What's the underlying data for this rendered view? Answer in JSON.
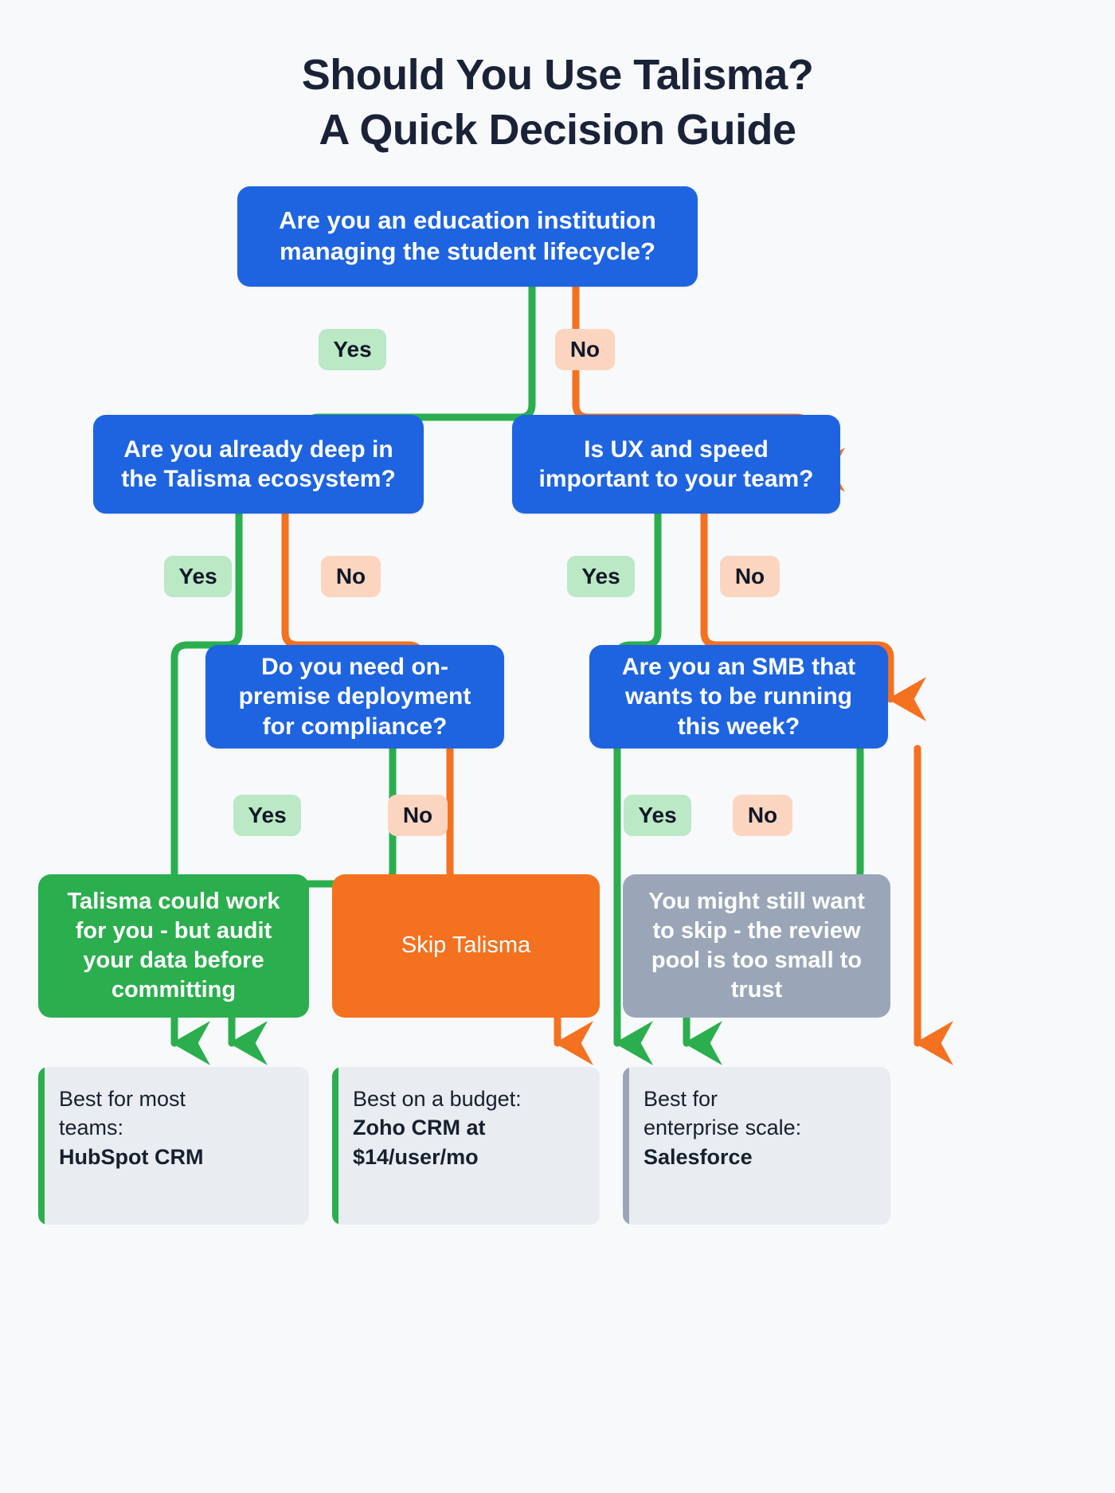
{
  "title": "Should You Use Talisma?\nA Quick Decision Guide",
  "colors": {
    "background": "#F7F9FB",
    "title_text": "#1A2238",
    "decision_box": "#1E64E0",
    "yes_pill": "#BBE8C5",
    "no_pill": "#FCD5C0",
    "pill_text": "#101828",
    "yes_edge": "#2BAE4E",
    "no_edge": "#F4711F",
    "outcome_green": "#2BAE4E",
    "outcome_orange": "#F4711F",
    "outcome_slate": "#9AA6B8",
    "legend_card": "#E9ECF1"
  },
  "chart_data": {
    "type": "diagram",
    "title": "Should You Use Talisma? A Quick Decision Guide",
    "nodes": [
      {
        "id": "q1",
        "kind": "decision",
        "text": "Are you an education institution managing the student lifecycle?"
      },
      {
        "id": "q2",
        "kind": "decision",
        "text": "Are you already deep in the Talisma ecosystem?"
      },
      {
        "id": "q3",
        "kind": "decision",
        "text": "Is UX and speed important to your team?"
      },
      {
        "id": "q4",
        "kind": "decision",
        "text": "Do you need on-premise deployment for compliance?"
      },
      {
        "id": "q5",
        "kind": "decision",
        "text": "Are you an SMB that wants to be running this week?"
      },
      {
        "id": "o1",
        "kind": "outcome",
        "text": "Talisma could work for you - but audit your data before committing"
      },
      {
        "id": "o2",
        "kind": "outcome",
        "text": "Skip Talisma"
      },
      {
        "id": "o3",
        "kind": "outcome",
        "text": "You might still want to skip - the review pool is too small to trust"
      }
    ],
    "edges": [
      {
        "from": "q1",
        "to": "q2",
        "label": "Yes"
      },
      {
        "from": "q1",
        "to": "q3",
        "label": "No"
      },
      {
        "from": "q2",
        "to": "o1",
        "label": "Yes"
      },
      {
        "from": "q2",
        "to": "q4",
        "label": "No"
      },
      {
        "from": "q3",
        "to": "o1",
        "label": "Yes"
      },
      {
        "from": "q3",
        "to": "q5",
        "label": "No"
      },
      {
        "from": "q4",
        "to": "o1",
        "label": "Yes"
      },
      {
        "from": "q4",
        "to": "o2",
        "label": "No"
      },
      {
        "from": "q5",
        "to": "o2",
        "label": "Yes"
      },
      {
        "from": "q5",
        "to": "o3",
        "label": "No"
      }
    ]
  },
  "nodes": {
    "q1": "Are you an education institution\nmanaging the student lifecycle?",
    "q2": "Are you already deep in\nthe Talisma ecosystem?",
    "q3": "Is UX and speed\nimportant to your team?",
    "q4": "Do you need on-\npremise deployment\nfor compliance?",
    "q5": "Are you an SMB that\nwants to be running\nthis week?"
  },
  "outcomes": {
    "o1": "Talisma could work\nfor you - but audit\nyour data before\ncommitting",
    "o2": "Skip Talisma",
    "o3": "You might still want\nto skip - the review\npool is too small to\ntrust"
  },
  "edge_labels": {
    "yes": "Yes",
    "no": "No",
    "q1_yes": "Yes",
    "q1_no": "No",
    "q2_yes": "Yes",
    "q2_no": "No",
    "q3_yes": "Yes",
    "q3_no": "No",
    "q4_yes": "Yes",
    "q4_no": "No",
    "q5_yes": "Yes",
    "q5_no": "No"
  },
  "legend": [
    {
      "lead": "Best for most\nteams:",
      "strong": "HubSpot CRM",
      "accent": "#2BAE4E"
    },
    {
      "lead": "Best on a budget:",
      "strong": "Zoho CRM at\n$14/user/mo",
      "accent": "#2BAE4E"
    },
    {
      "lead": "Best for\nenterprise scale:",
      "strong": "Salesforce",
      "accent": "#9AA6B8"
    }
  ]
}
